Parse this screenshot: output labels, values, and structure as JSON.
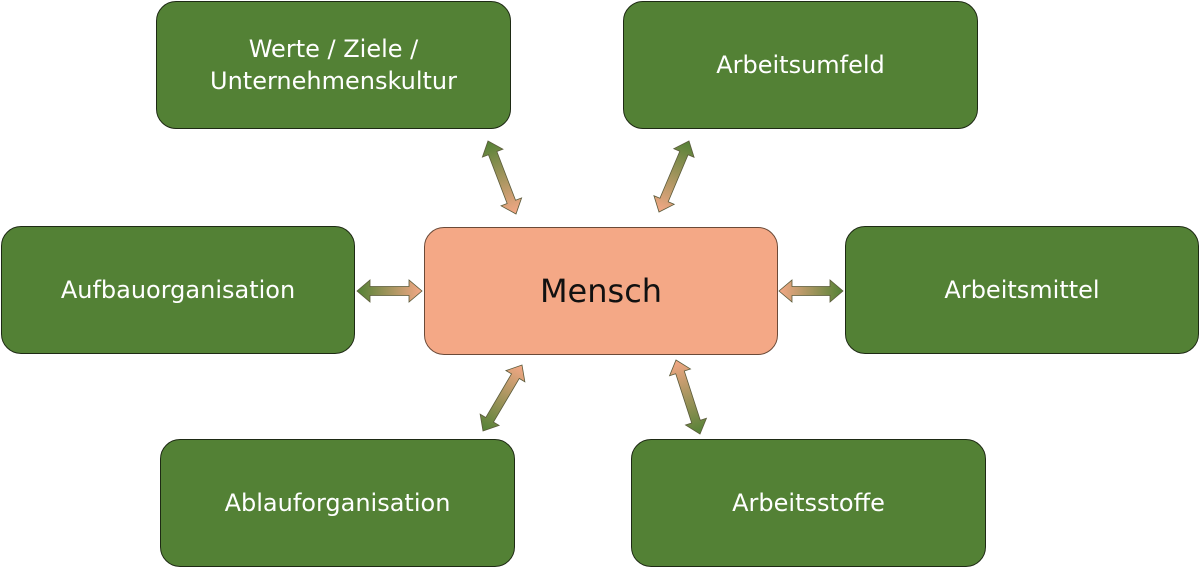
{
  "diagram": {
    "center": {
      "label": "Mensch"
    },
    "nodes": {
      "top_left": "Werte / Ziele /\nUnternehmenskultur",
      "top_right": "Arbeitsumfeld",
      "mid_left": "Aufbauorganisation",
      "mid_right": "Arbeitsmittel",
      "bottom_left": "Ablauforganisation",
      "bottom_right": "Arbeitsstoffe"
    },
    "colors": {
      "outer_box": "#538135",
      "center_box": "#f4a886",
      "arrow_green": "#538135",
      "arrow_salmon": "#f4a886"
    }
  }
}
